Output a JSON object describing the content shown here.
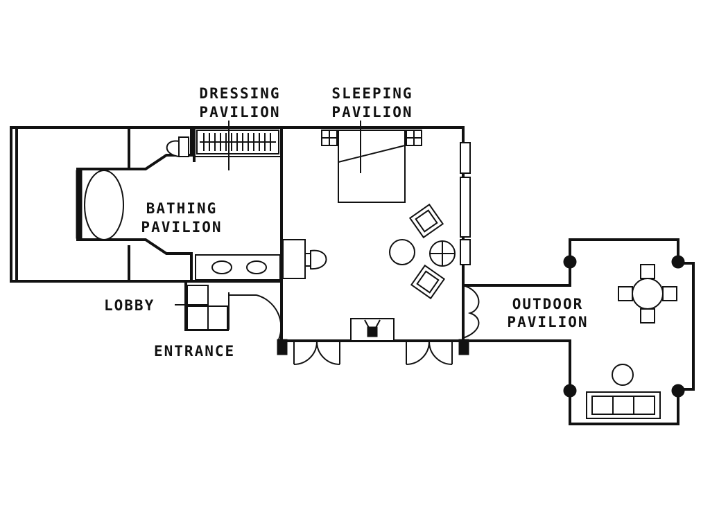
{
  "labels": {
    "dressing_1": "DRESSING",
    "dressing_2": "PAVILION",
    "sleeping_1": "SLEEPING",
    "sleeping_2": "PAVILION",
    "bathing_1": "BATHING",
    "bathing_2": "PAVILION",
    "lobby": "LOBBY",
    "entrance": "ENTRANCE",
    "outdoor_1": "OUTDOOR",
    "outdoor_2": "PAVILION"
  },
  "colors": {
    "line": "#111111",
    "background": "#ffffff"
  }
}
